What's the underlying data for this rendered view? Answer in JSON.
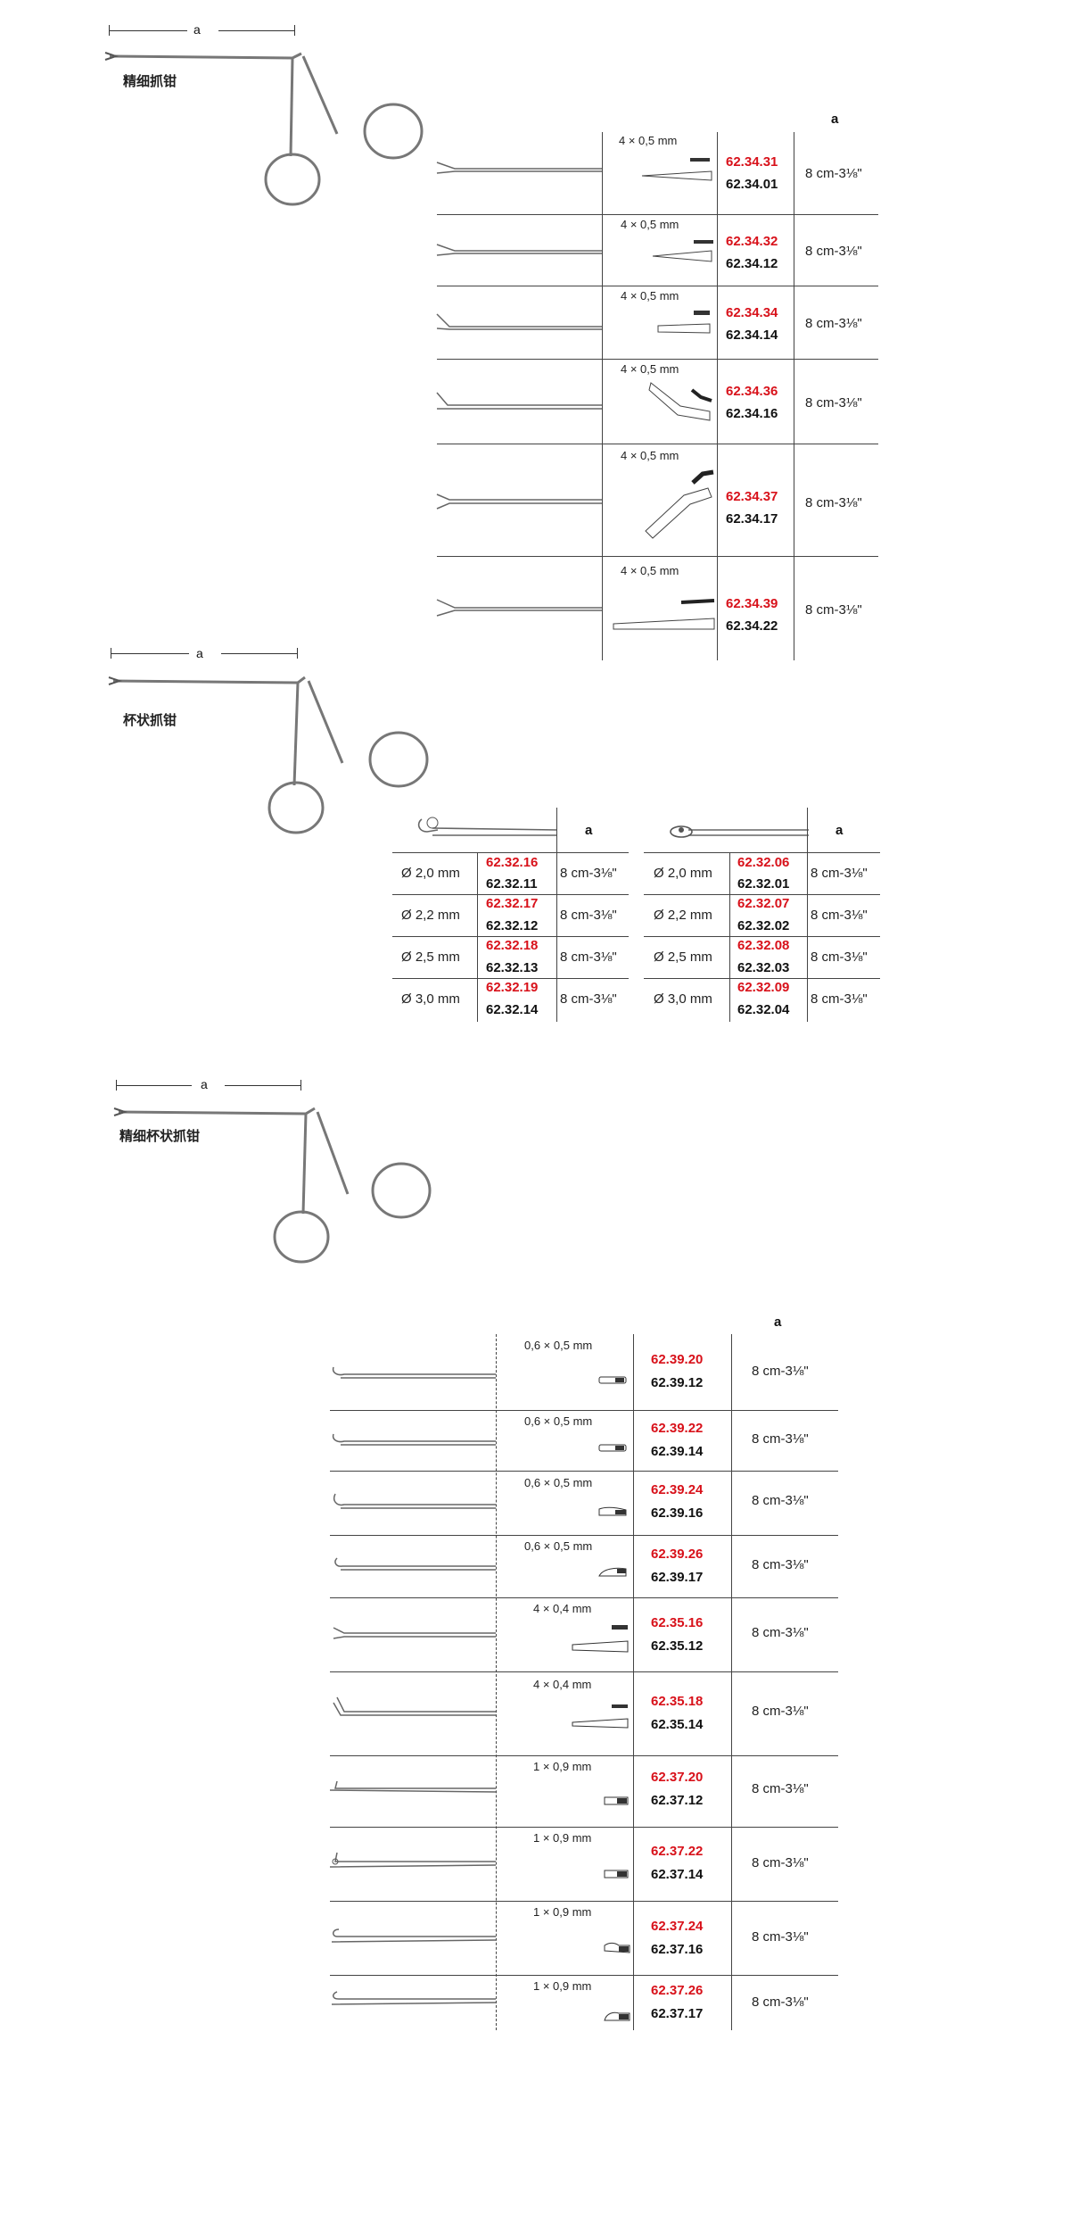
{
  "colors": {
    "red_code": "#d8111a",
    "black_code": "#111111",
    "rule": "#444444"
  },
  "sections": [
    {
      "title": "精细抓钳",
      "dim_label": "a",
      "col_header": "a",
      "rows": [
        {
          "size": "4 × 0,5 mm",
          "code_red": "62.34.31",
          "code_black": "62.34.01",
          "length": "8 cm-3⅛\""
        },
        {
          "size": "4 × 0,5 mm",
          "code_red": "62.34.32",
          "code_black": "62.34.12",
          "length": "8 cm-3⅛\""
        },
        {
          "size": "4 × 0,5 mm",
          "code_red": "62.34.34",
          "code_black": "62.34.14",
          "length": "8 cm-3⅛\""
        },
        {
          "size": "4 × 0,5 mm",
          "code_red": "62.34.36",
          "code_black": "62.34.16",
          "length": "8 cm-3⅛\""
        },
        {
          "size": "4 × 0,5 mm",
          "code_red": "62.34.37",
          "code_black": "62.34.17",
          "length": "8 cm-3⅛\""
        },
        {
          "size": "4 × 0,5 mm",
          "code_red": "62.34.39",
          "code_black": "62.34.22",
          "length": "8 cm-3⅛\""
        }
      ]
    },
    {
      "title": "杯状抓钳",
      "dim_label": "a",
      "tables": [
        {
          "col_header": "a",
          "rows": [
            {
              "size": "Ø 2,0 mm",
              "code_red": "62.32.16",
              "code_black": "62.32.11",
              "length": "8 cm-3⅛\""
            },
            {
              "size": "Ø 2,2 mm",
              "code_red": "62.32.17",
              "code_black": "62.32.12",
              "length": "8 cm-3⅛\""
            },
            {
              "size": "Ø 2,5 mm",
              "code_red": "62.32.18",
              "code_black": "62.32.13",
              "length": "8 cm-3⅛\""
            },
            {
              "size": "Ø 3,0 mm",
              "code_red": "62.32.19",
              "code_black": "62.32.14",
              "length": "8 cm-3⅛\""
            }
          ]
        },
        {
          "col_header": "a",
          "rows": [
            {
              "size": "Ø 2,0 mm",
              "code_red": "62.32.06",
              "code_black": "62.32.01",
              "length": "8 cm-3⅛\""
            },
            {
              "size": "Ø 2,2 mm",
              "code_red": "62.32.07",
              "code_black": "62.32.02",
              "length": "8 cm-3⅛\""
            },
            {
              "size": "Ø 2,5 mm",
              "code_red": "62.32.08",
              "code_black": "62.32.03",
              "length": "8 cm-3⅛\""
            },
            {
              "size": "Ø 3,0 mm",
              "code_red": "62.32.09",
              "code_black": "62.32.04",
              "length": "8 cm-3⅛\""
            }
          ]
        }
      ]
    },
    {
      "title": "精细杯状抓钳",
      "dim_label": "a",
      "col_header": "a",
      "rows": [
        {
          "size": "0,6 × 0,5 mm",
          "code_red": "62.39.20",
          "code_black": "62.39.12",
          "length": "8 cm-3⅛\""
        },
        {
          "size": "0,6 × 0,5 mm",
          "code_red": "62.39.22",
          "code_black": "62.39.14",
          "length": "8 cm-3⅛\""
        },
        {
          "size": "0,6 × 0,5 mm",
          "code_red": "62.39.24",
          "code_black": "62.39.16",
          "length": "8 cm-3⅛\""
        },
        {
          "size": "0,6 × 0,5 mm",
          "code_red": "62.39.26",
          "code_black": "62.39.17",
          "length": "8 cm-3⅛\""
        },
        {
          "size": "4 × 0,4 mm",
          "code_red": "62.35.16",
          "code_black": "62.35.12",
          "length": "8 cm-3⅛\""
        },
        {
          "size": "4 × 0,4 mm",
          "code_red": "62.35.18",
          "code_black": "62.35.14",
          "length": "8 cm-3⅛\""
        },
        {
          "size": "1 × 0,9 mm",
          "code_red": "62.37.20",
          "code_black": "62.37.12",
          "length": "8 cm-3⅛\""
        },
        {
          "size": "1 × 0,9 mm",
          "code_red": "62.37.22",
          "code_black": "62.37.14",
          "length": "8 cm-3⅛\""
        },
        {
          "size": "1 × 0,9 mm",
          "code_red": "62.37.24",
          "code_black": "62.37.16",
          "length": "8 cm-3⅛\""
        },
        {
          "size": "1 × 0,9 mm",
          "code_red": "62.37.26",
          "code_black": "62.37.17",
          "length": "8 cm-3⅛\""
        }
      ]
    }
  ]
}
